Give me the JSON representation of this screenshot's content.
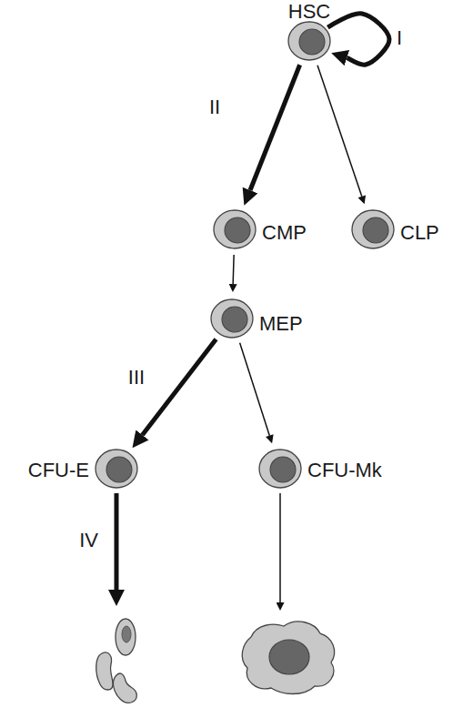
{
  "diagram": {
    "nodes": [
      {
        "text": [
          "HSC"
        ]
      },
      {
        "text": [
          "CMP"
        ]
      },
      {
        "text": [
          "CLP"
        ]
      },
      {
        "text": [
          "MEP"
        ]
      },
      {
        "text": [
          "CFU-E"
        ]
      },
      {
        "text": [
          "CFU-Mk"
        ]
      }
    ],
    "edges": [
      {
        "from": 0,
        "to": 0,
        "arrow": "to",
        "label": "I"
      },
      {
        "from": 0,
        "to": 1,
        "arrow": "to",
        "label": "II"
      },
      {
        "from": 0,
        "to": 2,
        "arrow": "to"
      },
      {
        "from": 1,
        "to": 3,
        "arrow": "to"
      },
      {
        "from": 3,
        "to": 4,
        "arrow": "to",
        "label": "III"
      },
      {
        "from": 3,
        "to": 5,
        "arrow": "to"
      }
    ],
    "labels": [
      "IV"
    ]
  }
}
